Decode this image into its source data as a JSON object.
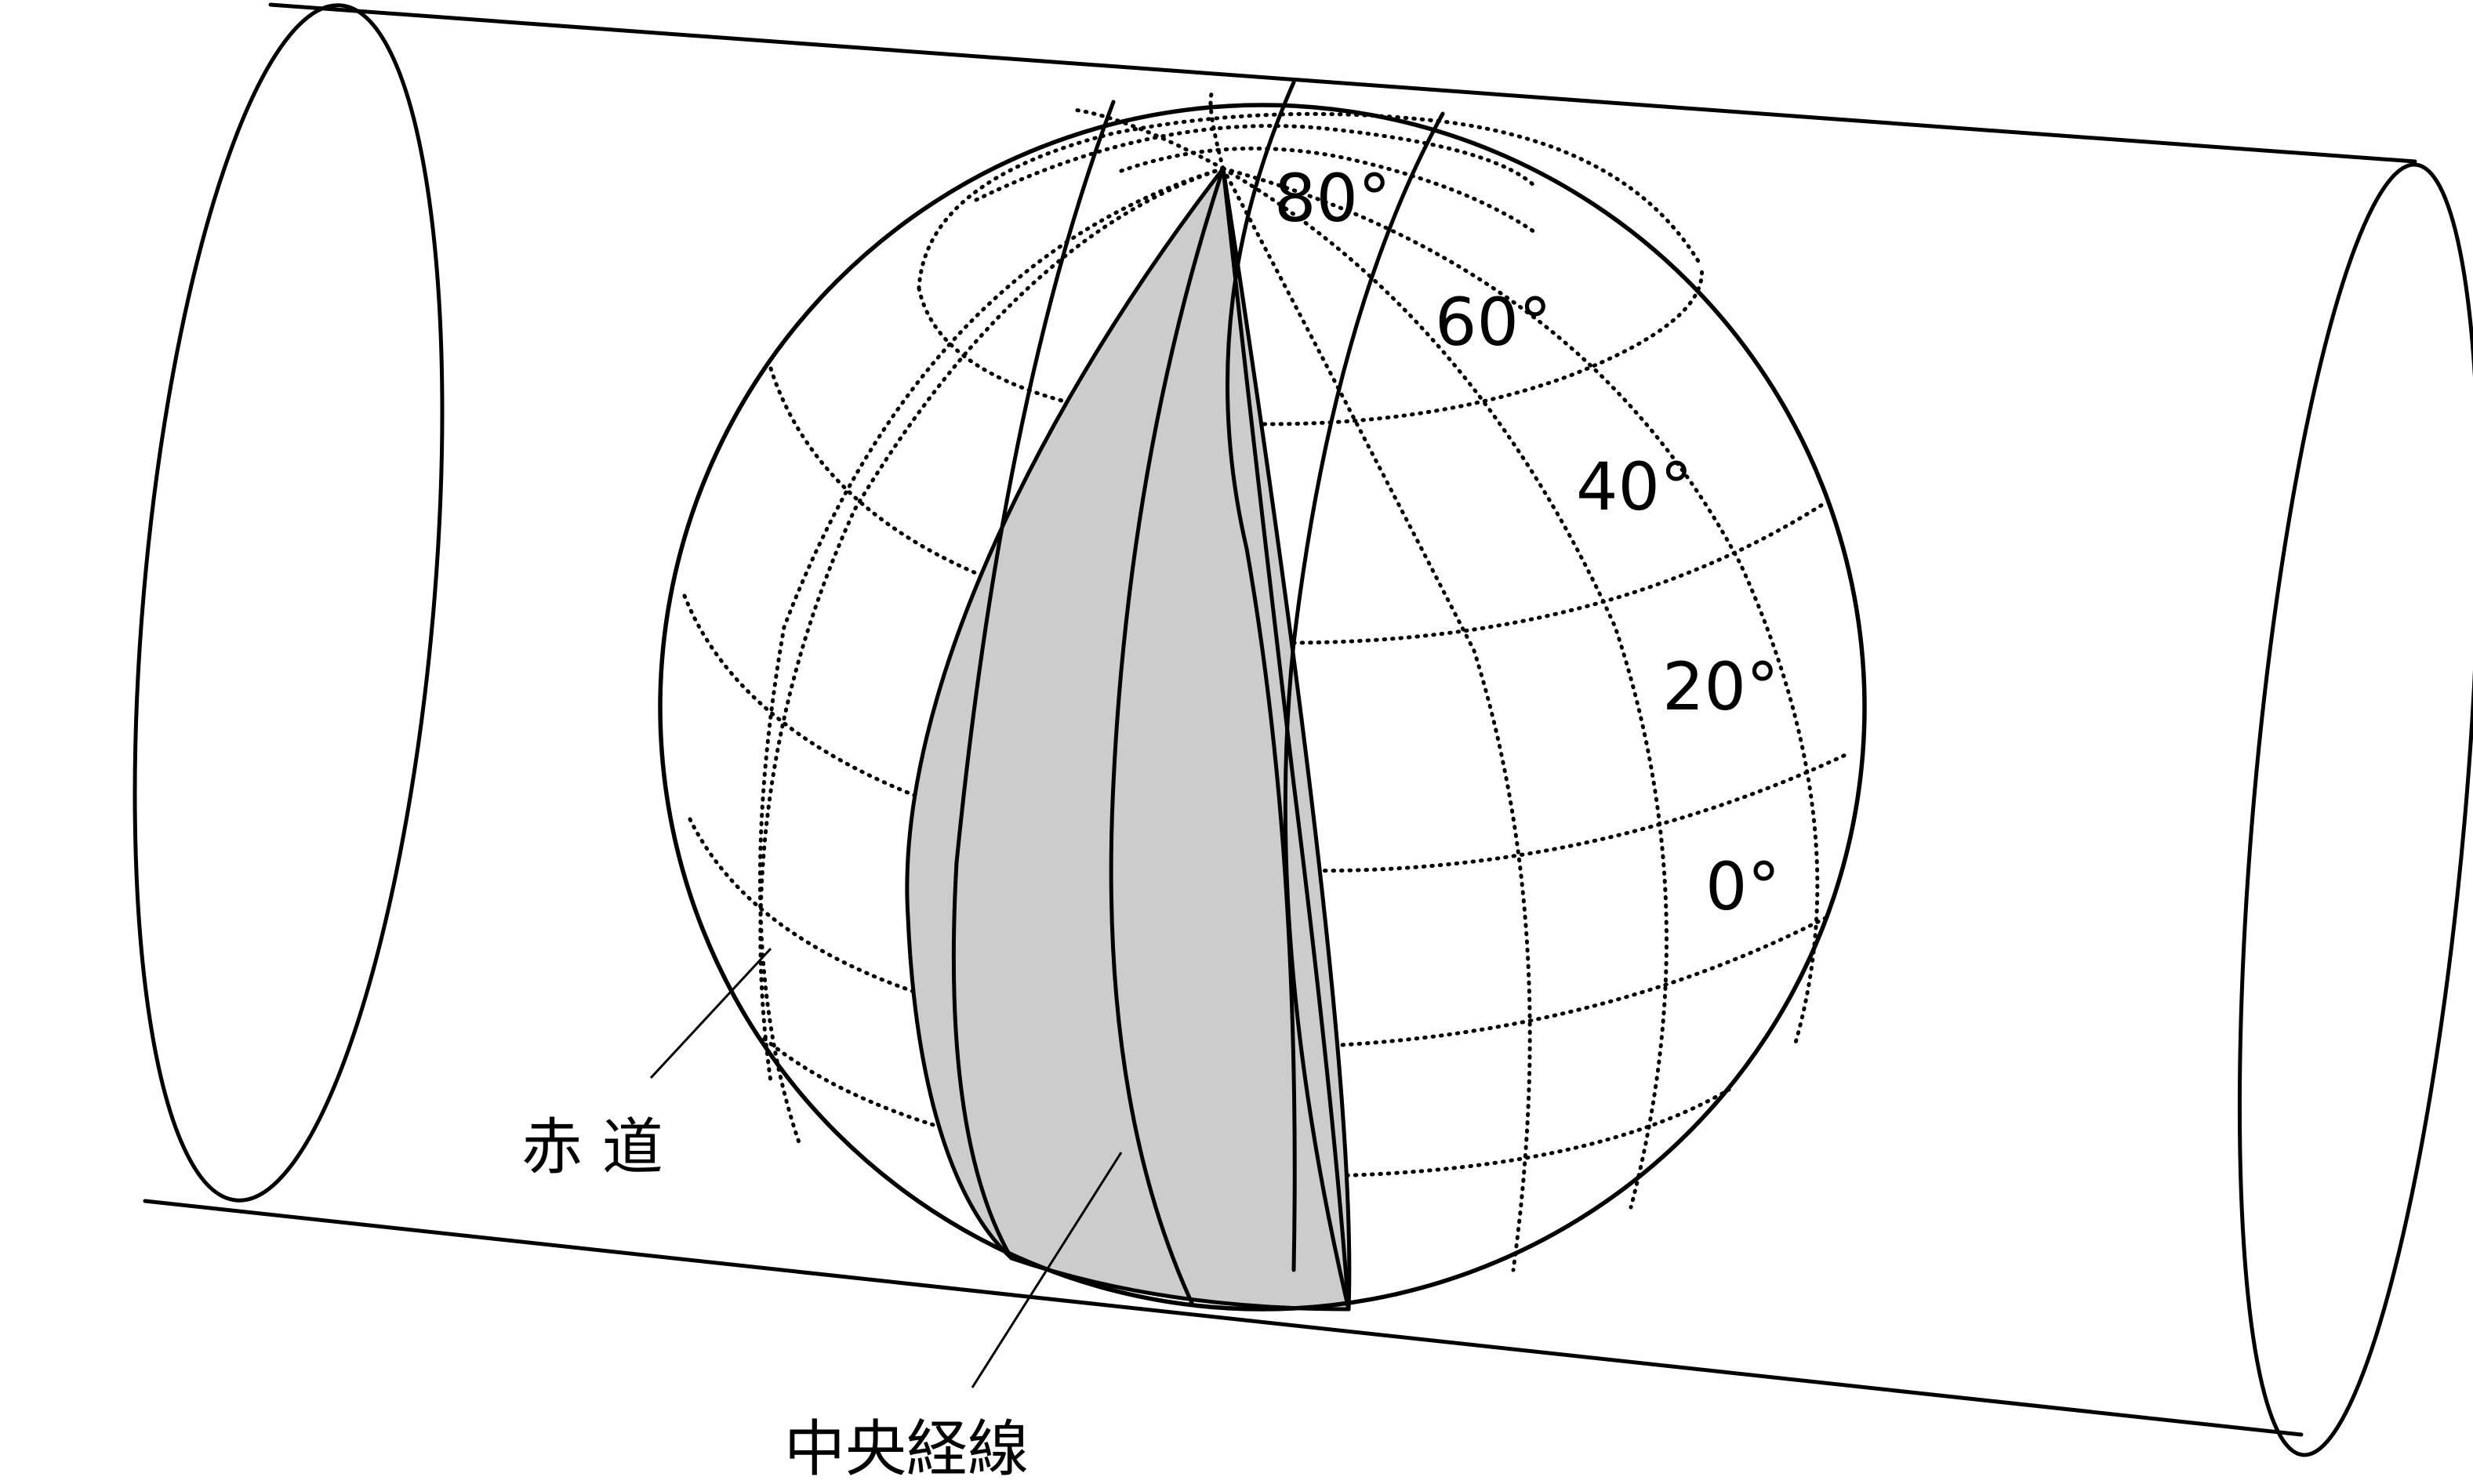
{
  "diagram": {
    "latitude_labels": [
      "80°",
      "60°",
      "40°",
      "20°",
      "0°"
    ],
    "equator_label": "赤 道",
    "central_meridian_label": "中央経線"
  },
  "colors": {
    "stroke": "#000000",
    "zone_fill": "#cccccc",
    "background": "#ffffff"
  }
}
